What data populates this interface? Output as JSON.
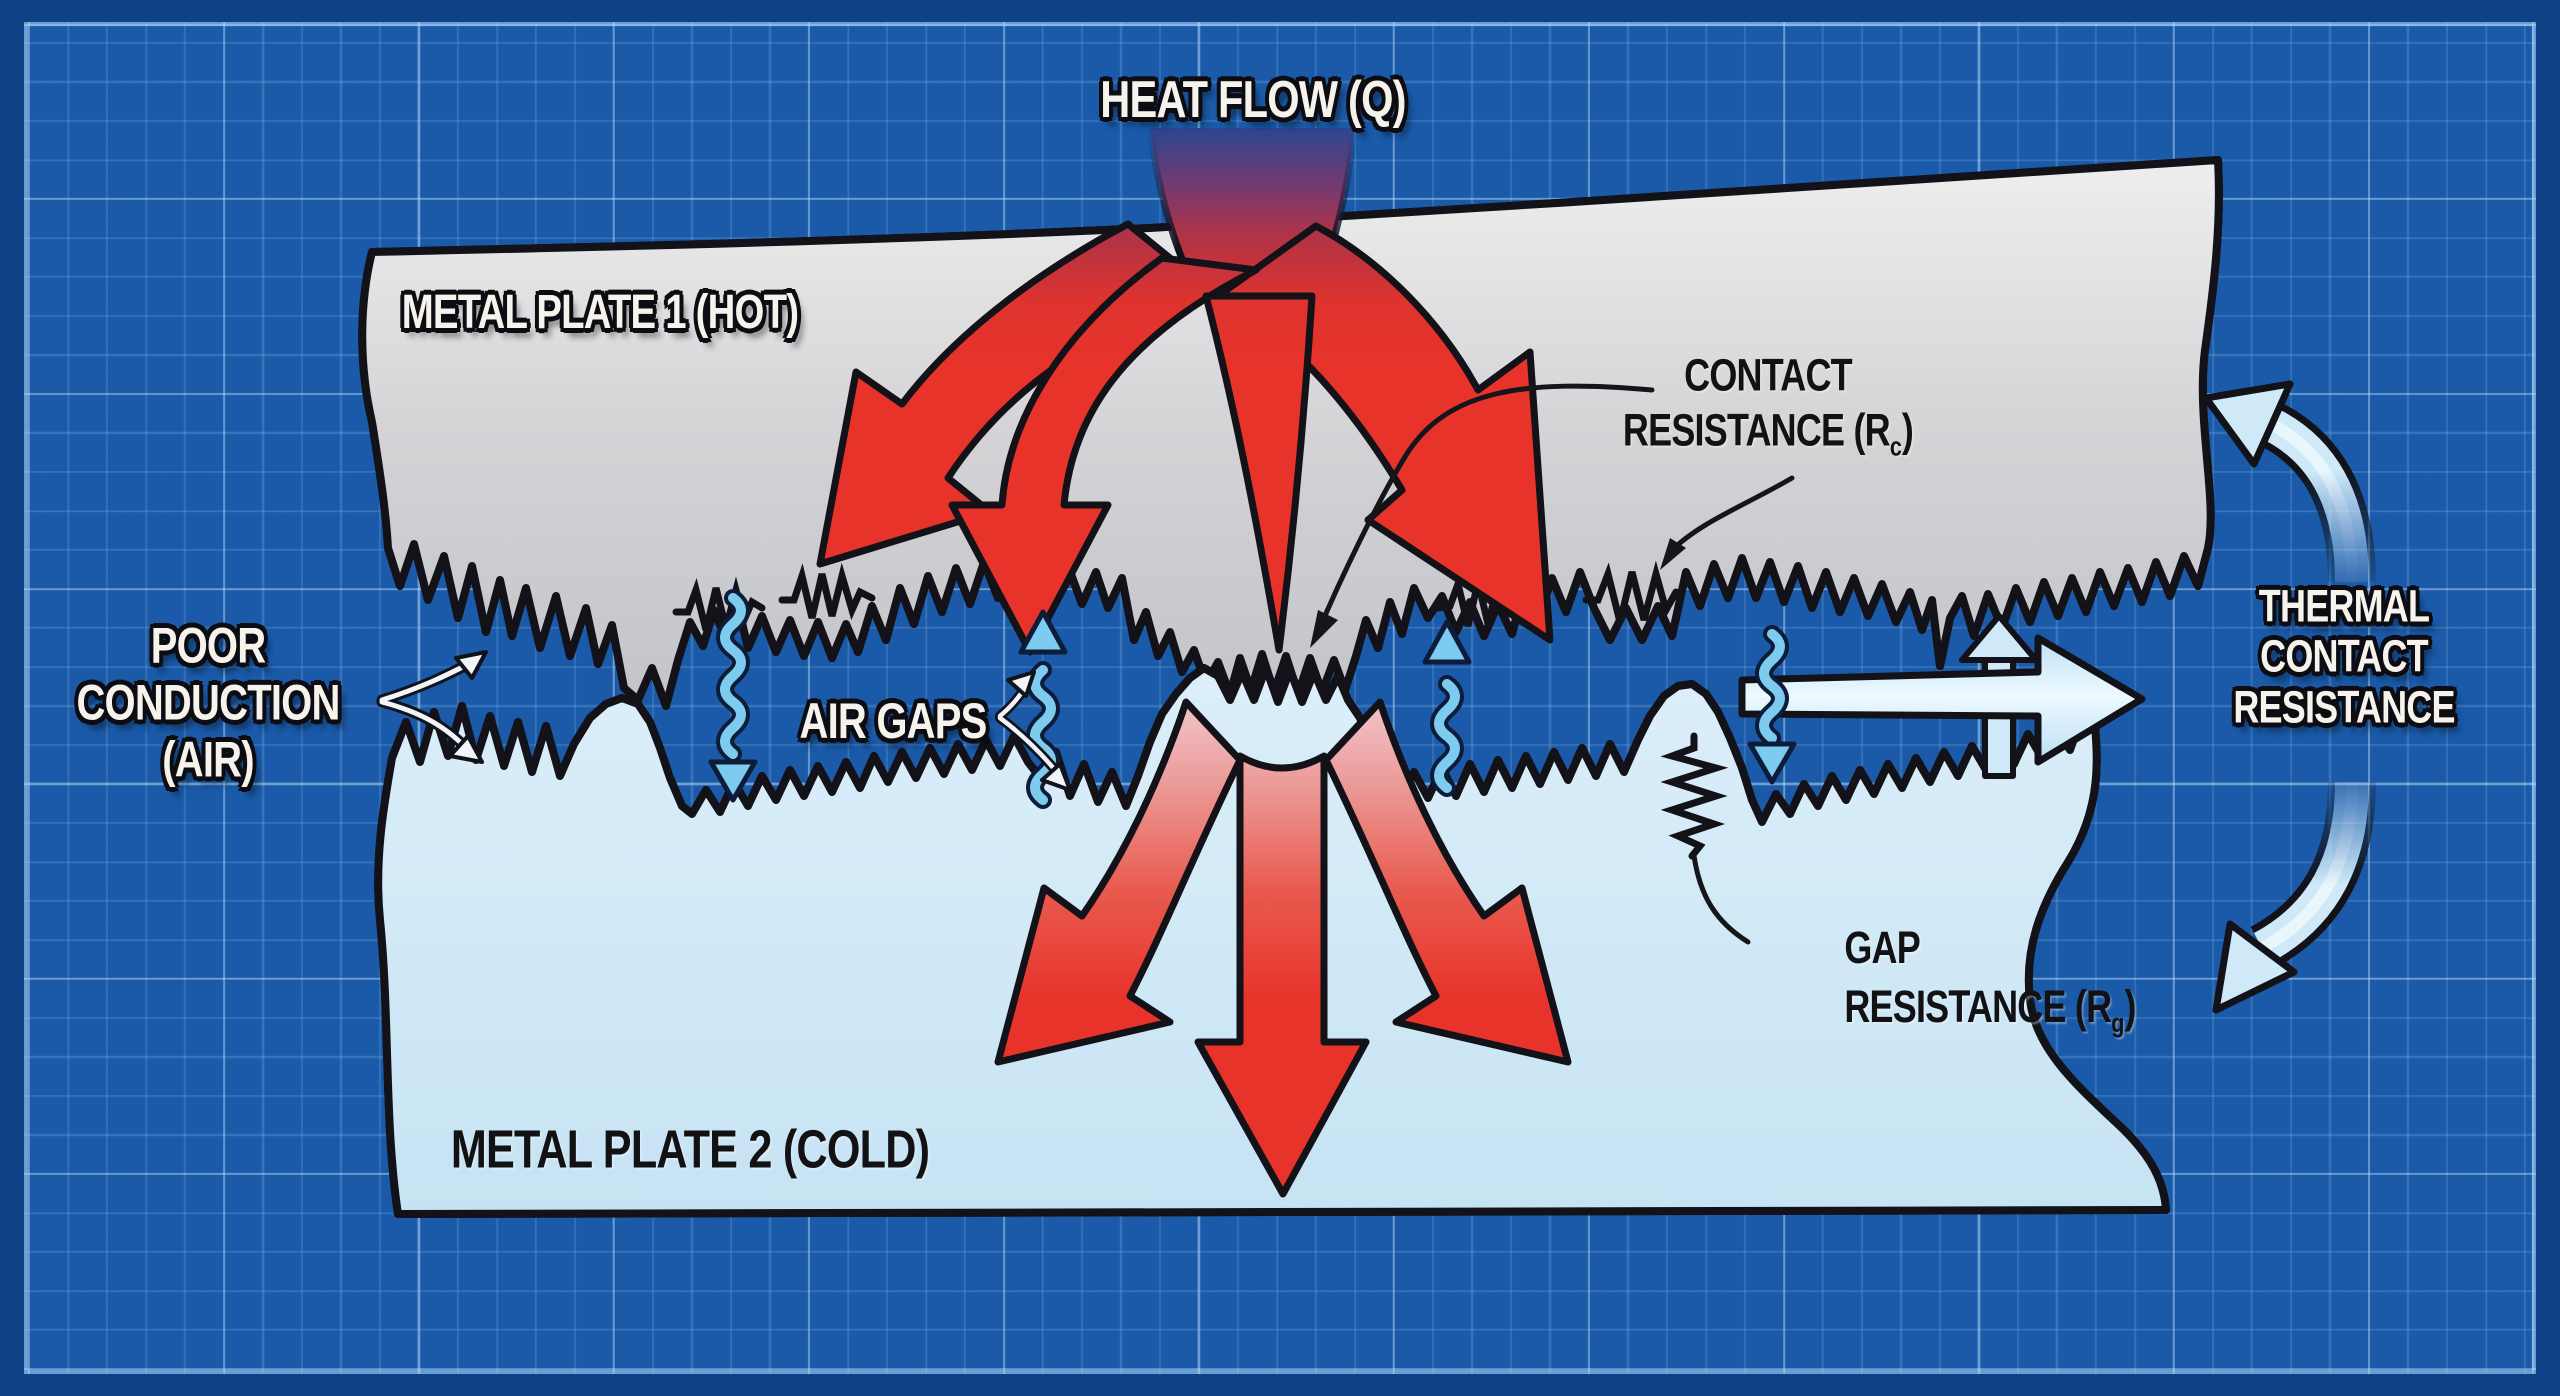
{
  "title": "HEAT FLOW (Q)",
  "plates": {
    "plate1_label": "METAL PLATE 1 (HOT)",
    "plate2_label": "METAL PLATE 2 (COLD)"
  },
  "annotations": {
    "poor_conduction": {
      "line1": "POOR",
      "line2": "CONDUCTION",
      "line3": "(AIR)"
    },
    "air_gaps": "AIR GAPS",
    "contact_resistance": {
      "line1": "CONTACT",
      "line2_pre": "RESISTANCE (R",
      "line2_sub": "c",
      "line2_post": ")"
    },
    "gap_resistance": {
      "line1": "GAP",
      "line2_pre": "RESISTANCE (R",
      "line2_sub": "g",
      "line2_post": ")"
    },
    "thermal_contact": {
      "line1": "THERMAL",
      "line2": "CONTACT",
      "line3": "RESISTANCE"
    }
  },
  "colors": {
    "background": "#0e4186",
    "grid_field": "#1a5aa8",
    "grid_line": "#a8d4f2",
    "plate1_fill": "#d6d6d8",
    "plate2_fill": "#cfe7f5",
    "heat_red": "#e8332a",
    "heat_pink": "#f2cbd2",
    "cool_arrow_blue": "#cfe9f8",
    "squiggle_blue": "#7ecbf0",
    "outline_black": "#121218",
    "label_white": "#f5f3ec"
  }
}
